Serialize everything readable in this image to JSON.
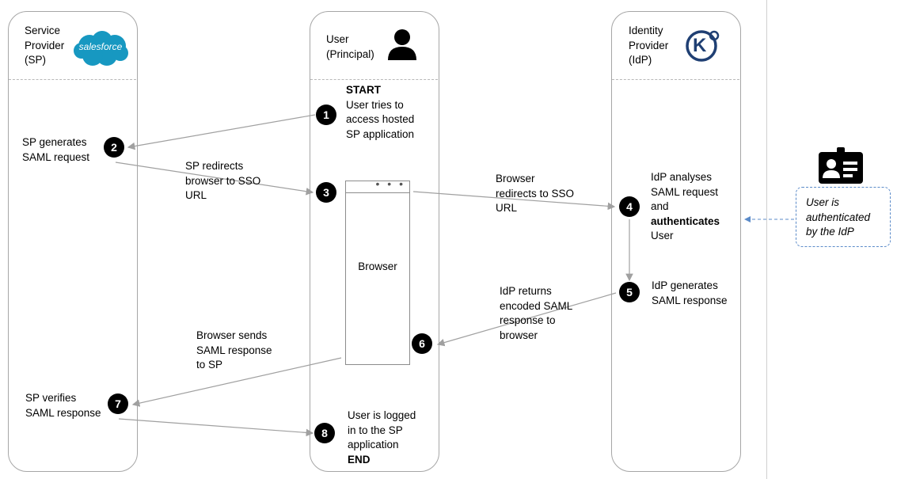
{
  "lanes": {
    "sp": {
      "title_lines": [
        "Service",
        "Provider",
        "(SP)"
      ],
      "logo_text": "salesforce",
      "logo_color": "#1798c1"
    },
    "user": {
      "title_lines": [
        "User",
        "(Principal)"
      ]
    },
    "idp": {
      "title_lines": [
        "Identity",
        "Provider",
        "(IdP)"
      ],
      "logo_letter": "K",
      "logo_color": "#1f3f73"
    }
  },
  "steps": [
    {
      "num": "1",
      "lines": [
        [
          "START",
          true
        ],
        [
          "User tries to",
          false
        ],
        [
          "access hosted",
          false
        ],
        [
          "SP application",
          false
        ]
      ]
    },
    {
      "num": "2",
      "lines": [
        [
          "SP generates",
          false
        ],
        [
          "SAML request",
          false
        ]
      ]
    },
    {
      "num": "3",
      "lines": [
        [
          "SP redirects",
          false
        ],
        [
          "browser to SSO",
          false
        ],
        [
          "URL",
          false
        ]
      ]
    },
    {
      "num": "4",
      "lines": [
        [
          "IdP analyses",
          false
        ],
        [
          "SAML request",
          false
        ],
        [
          "and",
          false
        ],
        [
          "authenticates",
          true
        ],
        [
          "User",
          false
        ]
      ]
    },
    {
      "num": "5",
      "lines": [
        [
          "IdP generates",
          false
        ],
        [
          "SAML response",
          false
        ]
      ]
    },
    {
      "num": "6",
      "lines": [
        [
          "IdP returns",
          false
        ],
        [
          "encoded SAML",
          false
        ],
        [
          "response to",
          false
        ],
        [
          "browser",
          false
        ]
      ]
    },
    {
      "num": "7",
      "lines": [
        [
          "SP verifies",
          false
        ],
        [
          "SAML response",
          false
        ]
      ]
    },
    {
      "num": "8",
      "lines": [
        [
          "User is logged",
          false
        ],
        [
          "in to the SP",
          false
        ],
        [
          "application",
          false
        ],
        [
          "END",
          true
        ]
      ]
    }
  ],
  "labels": {
    "browser_redirect": [
      "Browser",
      "redirects to SSO",
      "URL"
    ],
    "browser_sends": [
      "Browser sends",
      "SAML response",
      "to SP"
    ],
    "browser_window": "Browser",
    "browser_dots": "• • •"
  },
  "note": {
    "lines": [
      "User is",
      "authenticated",
      "by the IdP"
    ],
    "border_color": "#5b8bc9"
  }
}
